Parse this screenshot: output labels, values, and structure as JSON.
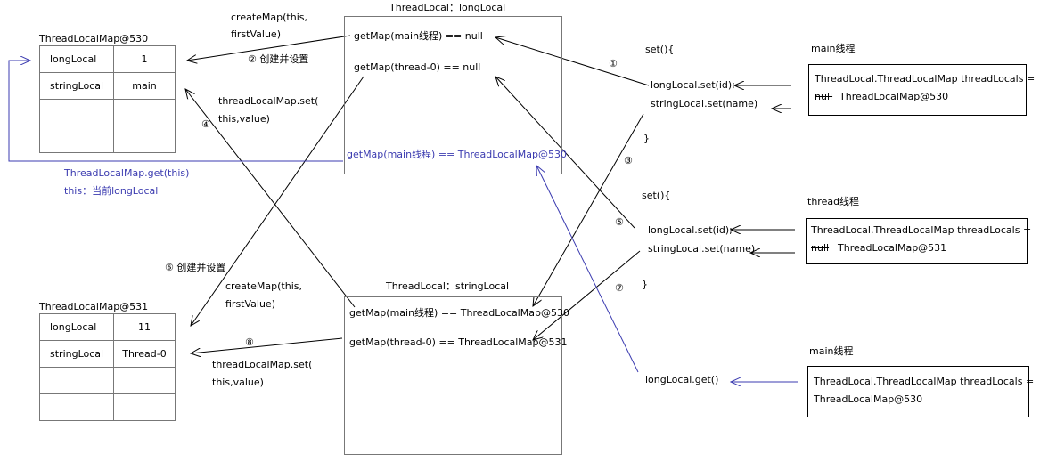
{
  "map530": {
    "title": "ThreadLocalMap@530",
    "rows": [
      {
        "key": "longLocal",
        "value": "1"
      },
      {
        "key": "stringLocal",
        "value": "main"
      },
      {
        "key": "",
        "value": ""
      },
      {
        "key": "",
        "value": ""
      }
    ]
  },
  "map531": {
    "title": "ThreadLocalMap@531",
    "rows": [
      {
        "key": "longLocal",
        "value": "11"
      },
      {
        "key": "stringLocal",
        "value": "Thread-0"
      },
      {
        "key": "",
        "value": ""
      },
      {
        "key": "",
        "value": ""
      }
    ]
  },
  "tl_long": {
    "title": "ThreadLocal：longLocal",
    "line1": "getMap(main线程) == null",
    "line2": "getMap(thread-0) == null",
    "line3": "getMap(main线程) == ThreadLocalMap@530"
  },
  "tl_string": {
    "title": "ThreadLocal：stringLocal",
    "line1": "getMap(main线程) == ThreadLocalMap@530",
    "line2": "getMap(thread-0) == ThreadLocalMap@531"
  },
  "labels": {
    "create_map_1a": "createMap(this,",
    "create_map_1b": "firstValue)",
    "step2": "② 创建并设置",
    "tlm_set_1a": "threadLocalMap.set(",
    "tlm_set_1b": "this,value)",
    "step4": "④",
    "tlm_get": "ThreadLocalMap.get(this)",
    "this_current": "this：当前longLocal",
    "step6": "⑥ 创建并设置",
    "create_map_2a": "createMap(this,",
    "create_map_2b": "firstValue)",
    "step8": "⑧",
    "tlm_set_2a": "threadLocalMap.set(",
    "tlm_set_2b": "this,value)",
    "step1": "①",
    "step3": "③",
    "step5": "⑤",
    "step7": "⑦"
  },
  "code_main": {
    "open": "set(){",
    "line1": "longLocal.set(id);",
    "line2": "stringLocal.set(name)",
    "close": "}"
  },
  "code_thread": {
    "open": "set(){",
    "line1": "longLocal.set(id);",
    "line2": "stringLocal.set(name)",
    "close": "}"
  },
  "code_get": "longLocal.get()",
  "panel_main1": {
    "title": "main线程",
    "line1": "ThreadLocal.ThreadLocalMap threadLocals =",
    "old": "null",
    "new": "ThreadLocalMap@530"
  },
  "panel_thread": {
    "title": "thread线程",
    "line1": "ThreadLocal.ThreadLocalMap threadLocals =",
    "old": "null",
    "new": "ThreadLocalMap@531"
  },
  "panel_main2": {
    "title": "main线程",
    "line1": "ThreadLocal.ThreadLocalMap threadLocals =",
    "line2": "ThreadLocalMap@530"
  },
  "colors": {
    "blue": "#3b3bb0",
    "black": "#000000",
    "border": "#777777"
  }
}
